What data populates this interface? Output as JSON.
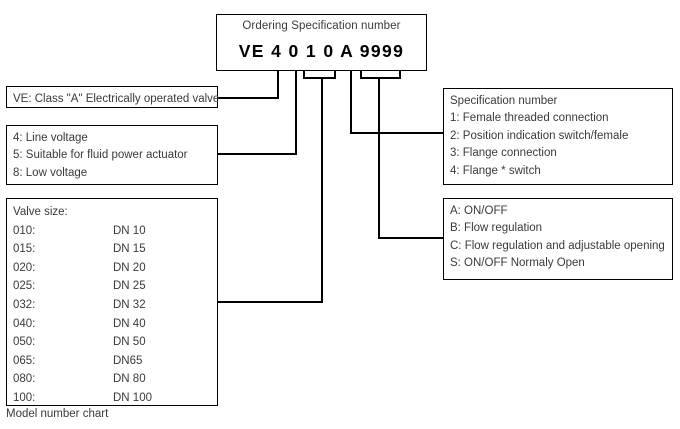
{
  "caption": "Model number chart",
  "code_box": {
    "title": "Ordering Specification number",
    "value": "VE 4 0 1 0 A 9999"
  },
  "legend_ve": {
    "rows": [
      "VE: Class \"A\" Electrically operated valve"
    ]
  },
  "legend_voltage": {
    "rows": [
      "4: Line voltage",
      "5: Suitable for fluid power actuator",
      "8: Low voltage"
    ]
  },
  "legend_valve_size": {
    "title": "Valve size:",
    "rows": [
      {
        "code": "010:",
        "dn": "DN 10"
      },
      {
        "code": "015:",
        "dn": "DN 15"
      },
      {
        "code": "020:",
        "dn": "DN 20"
      },
      {
        "code": "025:",
        "dn": "DN 25"
      },
      {
        "code": "032:",
        "dn": "DN 32"
      },
      {
        "code": "040:",
        "dn": "DN 40"
      },
      {
        "code": "050:",
        "dn": "DN 50"
      },
      {
        "code": "065:",
        "dn": "DN65"
      },
      {
        "code": "080:",
        "dn": "DN 80"
      },
      {
        "code": "100:",
        "dn": "DN 100"
      }
    ]
  },
  "legend_spec_number": {
    "rows": [
      "Specification number",
      "1: Female threaded connection",
      "2: Position indication switch/female",
      "3: Flange connection",
      "4: Flange * switch"
    ]
  },
  "legend_function": {
    "rows": [
      "A: ON/OFF",
      "B: Flow regulation",
      "C: Flow regulation and adjustable opening",
      "S: ON/OFF Normaly Open"
    ]
  },
  "colors": {
    "stroke": "#000000",
    "text": "#3a3a3a",
    "background": "#ffffff"
  }
}
